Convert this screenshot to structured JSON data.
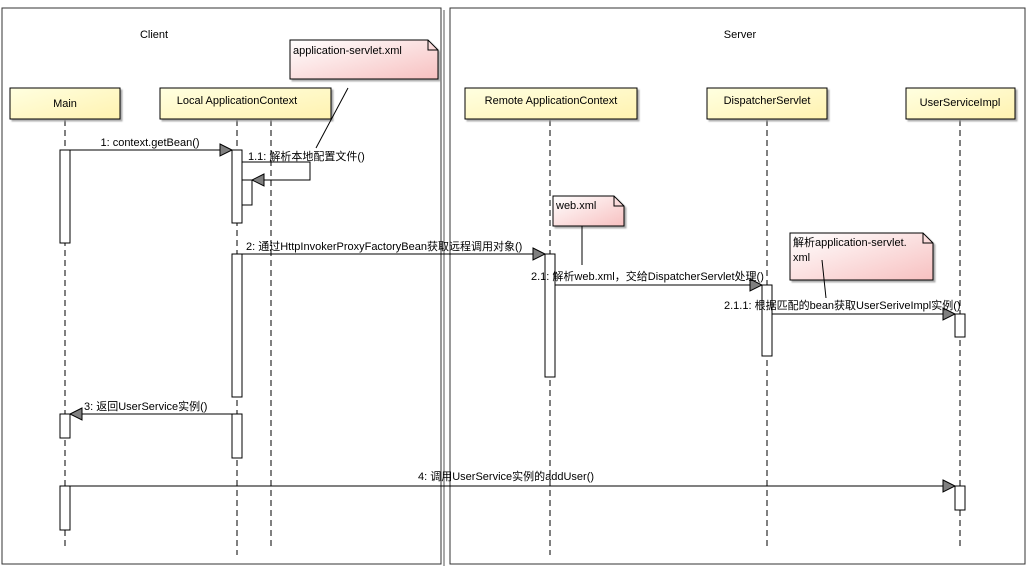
{
  "frames": [
    {
      "title": "Client"
    },
    {
      "title": "Server"
    }
  ],
  "participants": [
    {
      "id": "main",
      "label": "Main"
    },
    {
      "id": "local",
      "label": "Local ApplicationContext"
    },
    {
      "id": "remote",
      "label": "Remote ApplicationContext"
    },
    {
      "id": "dispatcher",
      "label": "DispatcherServlet"
    },
    {
      "id": "impl",
      "label": "UserServiceImpl"
    }
  ],
  "messages": [
    {
      "id": "m1",
      "label": "1: context.getBean()"
    },
    {
      "id": "m11",
      "label": "1.1: 解析本地配置文件()"
    },
    {
      "id": "m2",
      "label": "2: 通过HttpInvokerProxyFactoryBean获取远程调用对象()"
    },
    {
      "id": "m21",
      "label": "2.1: 解析web.xml，交给DispatcherServlet处理()"
    },
    {
      "id": "m211",
      "label": "2.1.1: 根据匹配的bean获取UserSeriveImpl实例()"
    },
    {
      "id": "m3",
      "label": "3: 返回UserService实例()"
    },
    {
      "id": "m4",
      "label": "4: 调用UserService实例的addUser()"
    }
  ],
  "notes": [
    {
      "id": "n1",
      "lines": [
        "application-servlet.xml"
      ]
    },
    {
      "id": "n2",
      "lines": [
        "web.xml"
      ]
    },
    {
      "id": "n3",
      "lines": [
        "解析application-servlet.",
        "xml"
      ]
    }
  ],
  "colors": {
    "participant_fill": "#ffffcc",
    "note_fill_light": "#fff0f0",
    "note_fill_dark": "#f7c4c4",
    "arrow_head": "#808080"
  }
}
